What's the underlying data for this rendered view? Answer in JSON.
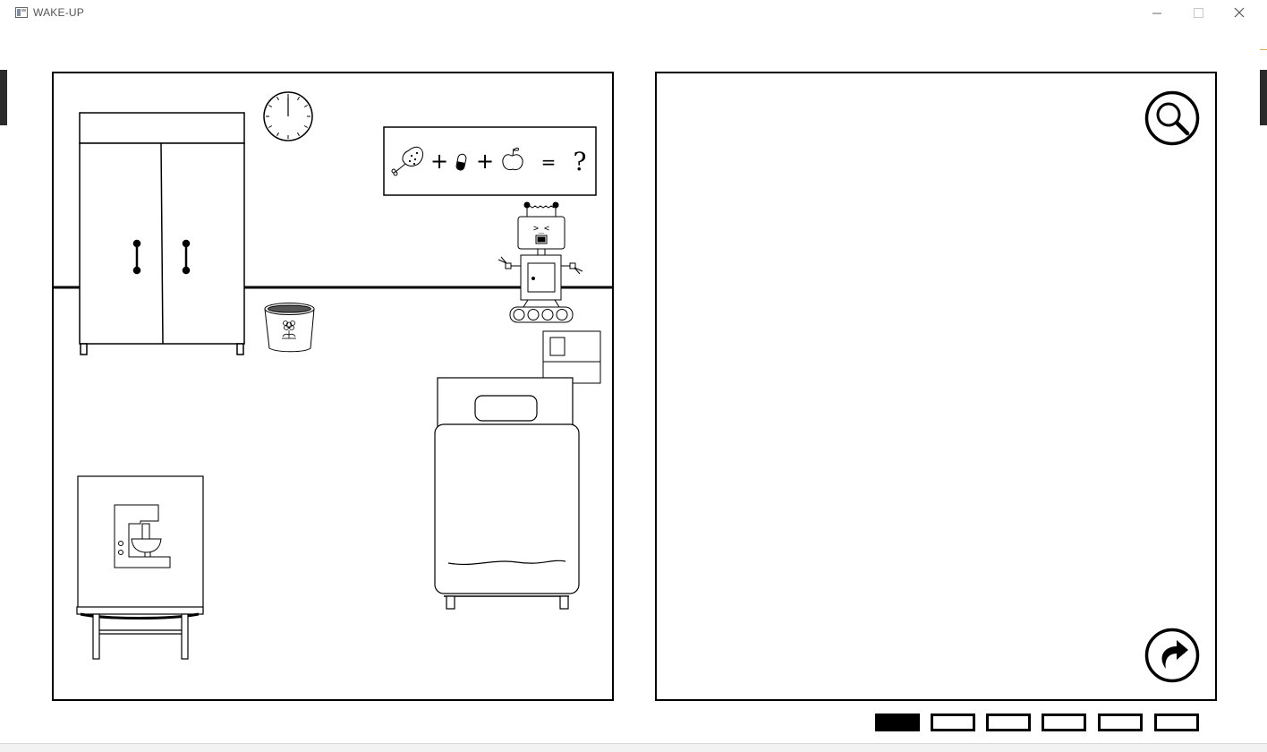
{
  "window": {
    "title": "WAKE-UP",
    "controls": [
      "minimize",
      "maximize",
      "close"
    ]
  },
  "room": {
    "objects": [
      "wardrobe",
      "wall-clock",
      "formula-poster",
      "robot",
      "trash-bin",
      "nightstand",
      "bed",
      "mixer-cabinet",
      "side-table"
    ],
    "poster": {
      "items": [
        "chicken-leg-icon",
        "pill-icon",
        "apple-icon"
      ],
      "operator": "+",
      "equals": "=",
      "result": "?"
    },
    "robot_face": ">_<"
  },
  "inspect_panel": {
    "magnify_icon": "magnifier-icon",
    "back_icon": "curved-arrow-icon"
  },
  "inventory": {
    "slot_count": 6,
    "active_slot": 0
  }
}
